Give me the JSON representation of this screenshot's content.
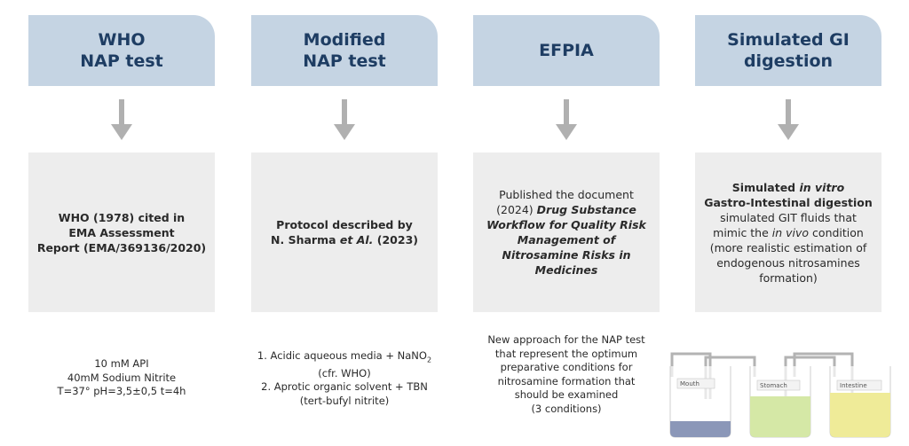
{
  "columns": [
    {
      "header": [
        "WHO",
        "NAP test"
      ],
      "box": [
        "WHO (1978) cited in",
        "EMA Assessment",
        "Report (EMA/369136/2020)"
      ],
      "below": [
        "10 mM API",
        "40mM Sodium Nitrite",
        "T=37° pH=3,5±0,5 t=4h"
      ]
    },
    {
      "header": [
        "Modified",
        "NAP test"
      ],
      "box_l1": "Protocol described by",
      "box_l2a": "N. Sharma ",
      "box_l2b": "et Al.",
      "box_l2c": " (2023)",
      "below": {
        "l1a": "1. Acidic aqueous media + NaNO",
        "l1sub": "2",
        "l2": "(cfr. WHO)",
        "l3": "2. Aprotic organic solvent + TBN",
        "l4": "(tert-bufyl nitrite)"
      }
    },
    {
      "header": [
        "EFPIA"
      ],
      "box_l1": "Published the document",
      "box_l2a": "(2024) ",
      "box_l2b": "Drug Substance",
      "box_bold_italic": [
        "Workflow for Quality Risk",
        "Management of",
        "Nitrosamine Risks in",
        "Medicines"
      ],
      "below": [
        "New approach for the NAP test",
        "that represent the optimum",
        "preparative conditions for",
        "nitrosamine formation that",
        "should be examined",
        "(3 conditions)"
      ]
    },
    {
      "header": [
        "Simulated GI",
        "digestion"
      ],
      "box_l1a": "Simulated ",
      "box_l1b": "in vitro",
      "box_l2": "Gastro-Intestinal digestion",
      "box_l3": "simulated GIT fluids that",
      "box_l4a": "mimic the ",
      "box_l4b": "in vivo",
      "box_l4c": " condition",
      "box_rest": [
        "(more realistic estimation of",
        "endogenous nitrosamines",
        "formation)"
      ]
    }
  ],
  "lab": {
    "beakers": [
      "Mouth",
      "Stomach",
      "Intestine"
    ],
    "colors": {
      "mouth": "#8b97b8",
      "stomach": "#d5e8a6",
      "intestine": "#efeb98",
      "tube": "#b3b3b3"
    }
  },
  "colors": {
    "header_bg": "#c5d4e3",
    "header_text": "#1e3d63",
    "box_bg": "#ededed",
    "arrow": "#b0b0b0"
  }
}
